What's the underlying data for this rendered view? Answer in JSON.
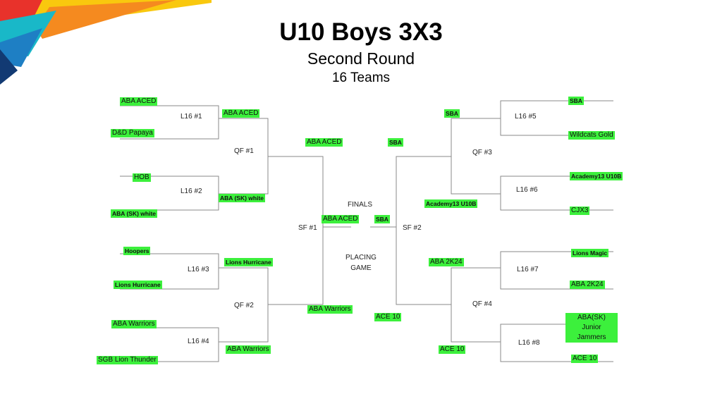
{
  "title": "U10 Boys 3X3",
  "subtitle": "Second Round",
  "sub_subtitle": "16 Teams",
  "colors": {
    "highlight": "#3cf03c",
    "line": "#8a8a8a",
    "deco_red": "#e8322b",
    "deco_orange": "#f58a1f",
    "deco_yellow": "#f9c80e",
    "deco_blue": "#1e7fc4",
    "deco_teal": "#19b8c8",
    "deco_navy": "#123a73"
  },
  "round_labels": {
    "l16_1": "L16 #1",
    "l16_2": "L16 #2",
    "l16_3": "L16 #3",
    "l16_4": "L16 #4",
    "l16_5": "L16 #5",
    "l16_6": "L16 #6",
    "l16_7": "L16 #7",
    "l16_8": "L16 #8",
    "qf_1": "QF #1",
    "qf_2": "QF #2",
    "qf_3": "QF #3",
    "qf_4": "QF #4",
    "sf_1": "SF #1",
    "sf_2": "SF #2",
    "finals": "FINALS",
    "placing": "PLACING GAME"
  },
  "left_l16": [
    "ABA ACED",
    "D&D Papaya",
    "HOB",
    "ABA (SK) white",
    "Hoopers",
    "Lions Hurricane",
    "ABA Warriors",
    "SGB Lion Thunder"
  ],
  "left_qf": [
    "ABA ACED",
    "ABA (SK) white",
    "Lions Hurricane",
    "ABA Warriors"
  ],
  "left_sf": [
    "ABA ACED",
    "ABA Warriors"
  ],
  "finals_left": "ABA ACED",
  "finals_right": "SBA",
  "right_l16": [
    "SBA",
    "Wildcats Gold",
    "Academy13 U10B",
    "CJX3",
    "Lions Magic",
    "ABA 2K24",
    "ABA(SK) Junior Jammers",
    "ACE 10"
  ],
  "right_qf": [
    "SBA",
    "Academy13 U10B",
    "ABA 2K24",
    "ACE 10"
  ],
  "right_sf": [
    "SBA",
    "ACE 10"
  ]
}
